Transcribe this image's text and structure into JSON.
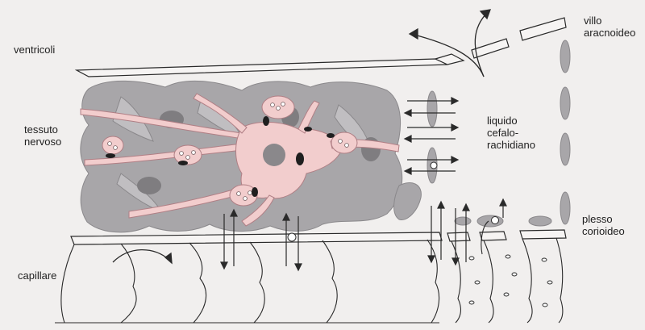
{
  "labels": {
    "ventricoli": "ventricoli",
    "tessuto_nervoso": "tessuto\nnervoso",
    "capillare": "capillare",
    "liquido": "liquido\ncefalo-\nrachidiano",
    "villo": "villo\naracnoideo",
    "plesso": "plesso\ncorioideo"
  },
  "colors": {
    "background": "#f1efee",
    "glia": "#a8a6a9",
    "glia_dark": "#8a888b",
    "neuron": "#f2cdcd",
    "neuron_outline": "#b07f85",
    "line": "#2a2a2a"
  }
}
